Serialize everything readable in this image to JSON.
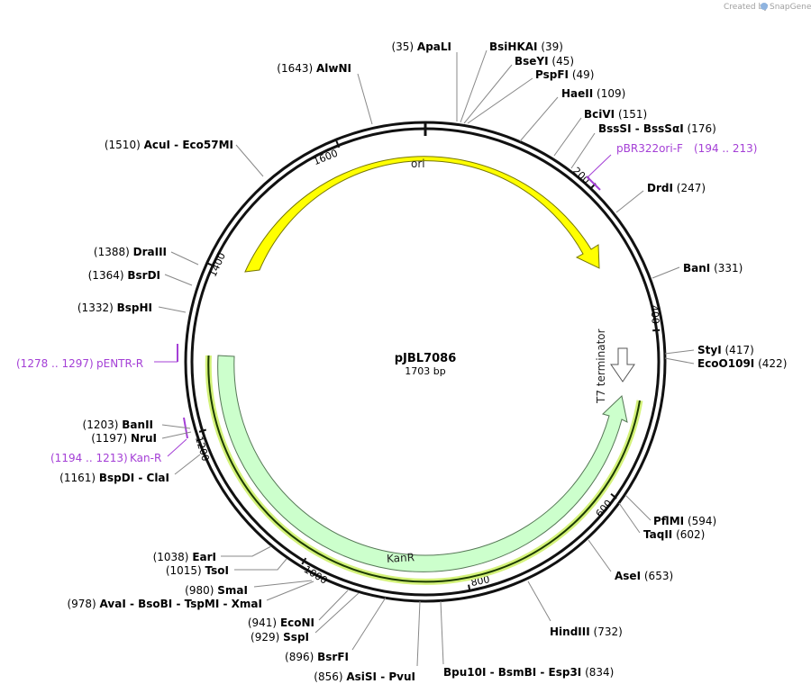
{
  "credit": {
    "prefix": "Created by",
    "brand": "SnapGene"
  },
  "plasmid": {
    "name": "pJBL7086",
    "size_label": "1703 bp",
    "length": 1703
  },
  "ticks": [
    {
      "bp": 200,
      "label": "200"
    },
    {
      "bp": 400,
      "label": "400"
    },
    {
      "bp": 600,
      "label": "600"
    },
    {
      "bp": 800,
      "label": "800"
    },
    {
      "bp": 1000,
      "label": "1000"
    },
    {
      "bp": 1200,
      "label": "1200"
    },
    {
      "bp": 1400,
      "label": "1400"
    },
    {
      "bp": 1600,
      "label": "1600"
    }
  ],
  "features": [
    {
      "name": "ori",
      "label": "ori",
      "color": "#ffff00",
      "stroke": "#777700"
    },
    {
      "name": "kanr",
      "label": "KanR",
      "color": "#ccffcc",
      "stroke": "#557755"
    },
    {
      "name": "t7-terminator",
      "label": "T7 terminator",
      "color": "#ffffff",
      "stroke": "#555555"
    }
  ],
  "sites": [
    {
      "pos": "(35)",
      "name": "ApaLI",
      "bp": 35
    },
    {
      "pos": "(39)",
      "name": "BsiHKAI",
      "bp": 39
    },
    {
      "pos": "(45)",
      "name": "BseYI",
      "bp": 45
    },
    {
      "pos": "(49)",
      "name": "PspFI",
      "bp": 49
    },
    {
      "pos": "(109)",
      "name": "HaeII",
      "bp": 109
    },
    {
      "pos": "(151)",
      "name": "BciVI",
      "bp": 151
    },
    {
      "pos": "(176)",
      "name": "BssSI  -  BssSαI",
      "bp": 176
    },
    {
      "pos": "(247)",
      "name": "DrdI",
      "bp": 247
    },
    {
      "pos": "(331)",
      "name": "BanI",
      "bp": 331
    },
    {
      "pos": "(417)",
      "name": "StyI",
      "bp": 417
    },
    {
      "pos": "(422)",
      "name": "EcoO109I",
      "bp": 422
    },
    {
      "pos": "(594)",
      "name": "PflMI",
      "bp": 594
    },
    {
      "pos": "(602)",
      "name": "TaqII",
      "bp": 602
    },
    {
      "pos": "(653)",
      "name": "AseI",
      "bp": 653
    },
    {
      "pos": "(732)",
      "name": "HindIII",
      "bp": 732
    },
    {
      "pos": "(834)",
      "name": "Bpu10I  -  BsmBI  -  Esp3I",
      "bp": 834
    },
    {
      "pos": "(856)",
      "name": "AsiSI  -  PvuI",
      "bp": 856
    },
    {
      "pos": "(896)",
      "name": "BsrFI",
      "bp": 896
    },
    {
      "pos": "(929)",
      "name": "SspI",
      "bp": 929
    },
    {
      "pos": "(941)",
      "name": "EcoNI",
      "bp": 941
    },
    {
      "pos": "(978)",
      "name": "AvaI  -  BsoBI  -  TspMI  -  XmaI",
      "bp": 978
    },
    {
      "pos": "(980)",
      "name": "SmaI",
      "bp": 980
    },
    {
      "pos": "(1015)",
      "name": "TsoI",
      "bp": 1015
    },
    {
      "pos": "(1038)",
      "name": "EarI",
      "bp": 1038
    },
    {
      "pos": "(1161)",
      "name": "BspDI  -  ClaI",
      "bp": 1161
    },
    {
      "pos": "(1197)",
      "name": "NruI",
      "bp": 1197
    },
    {
      "pos": "(1203)",
      "name": "BanII",
      "bp": 1203
    },
    {
      "pos": "(1332)",
      "name": "BspHI",
      "bp": 1332
    },
    {
      "pos": "(1364)",
      "name": "BsrDI",
      "bp": 1364
    },
    {
      "pos": "(1388)",
      "name": "DraIII",
      "bp": 1388
    },
    {
      "pos": "(1510)",
      "name": "AcuI  -  Eco57MI",
      "bp": 1510
    },
    {
      "pos": "(1643)",
      "name": "AlwNI",
      "bp": 1643
    }
  ],
  "primers": [
    {
      "name": "pBR322ori-F",
      "range": "(194 .. 213)",
      "color": "#a43fd6"
    },
    {
      "name": "pENTR-R",
      "range": "(1278 .. 1297)",
      "color": "#a43fd6"
    },
    {
      "name": "Kan-R",
      "range": "(1194 .. 1213)",
      "color": "#a43fd6"
    }
  ]
}
